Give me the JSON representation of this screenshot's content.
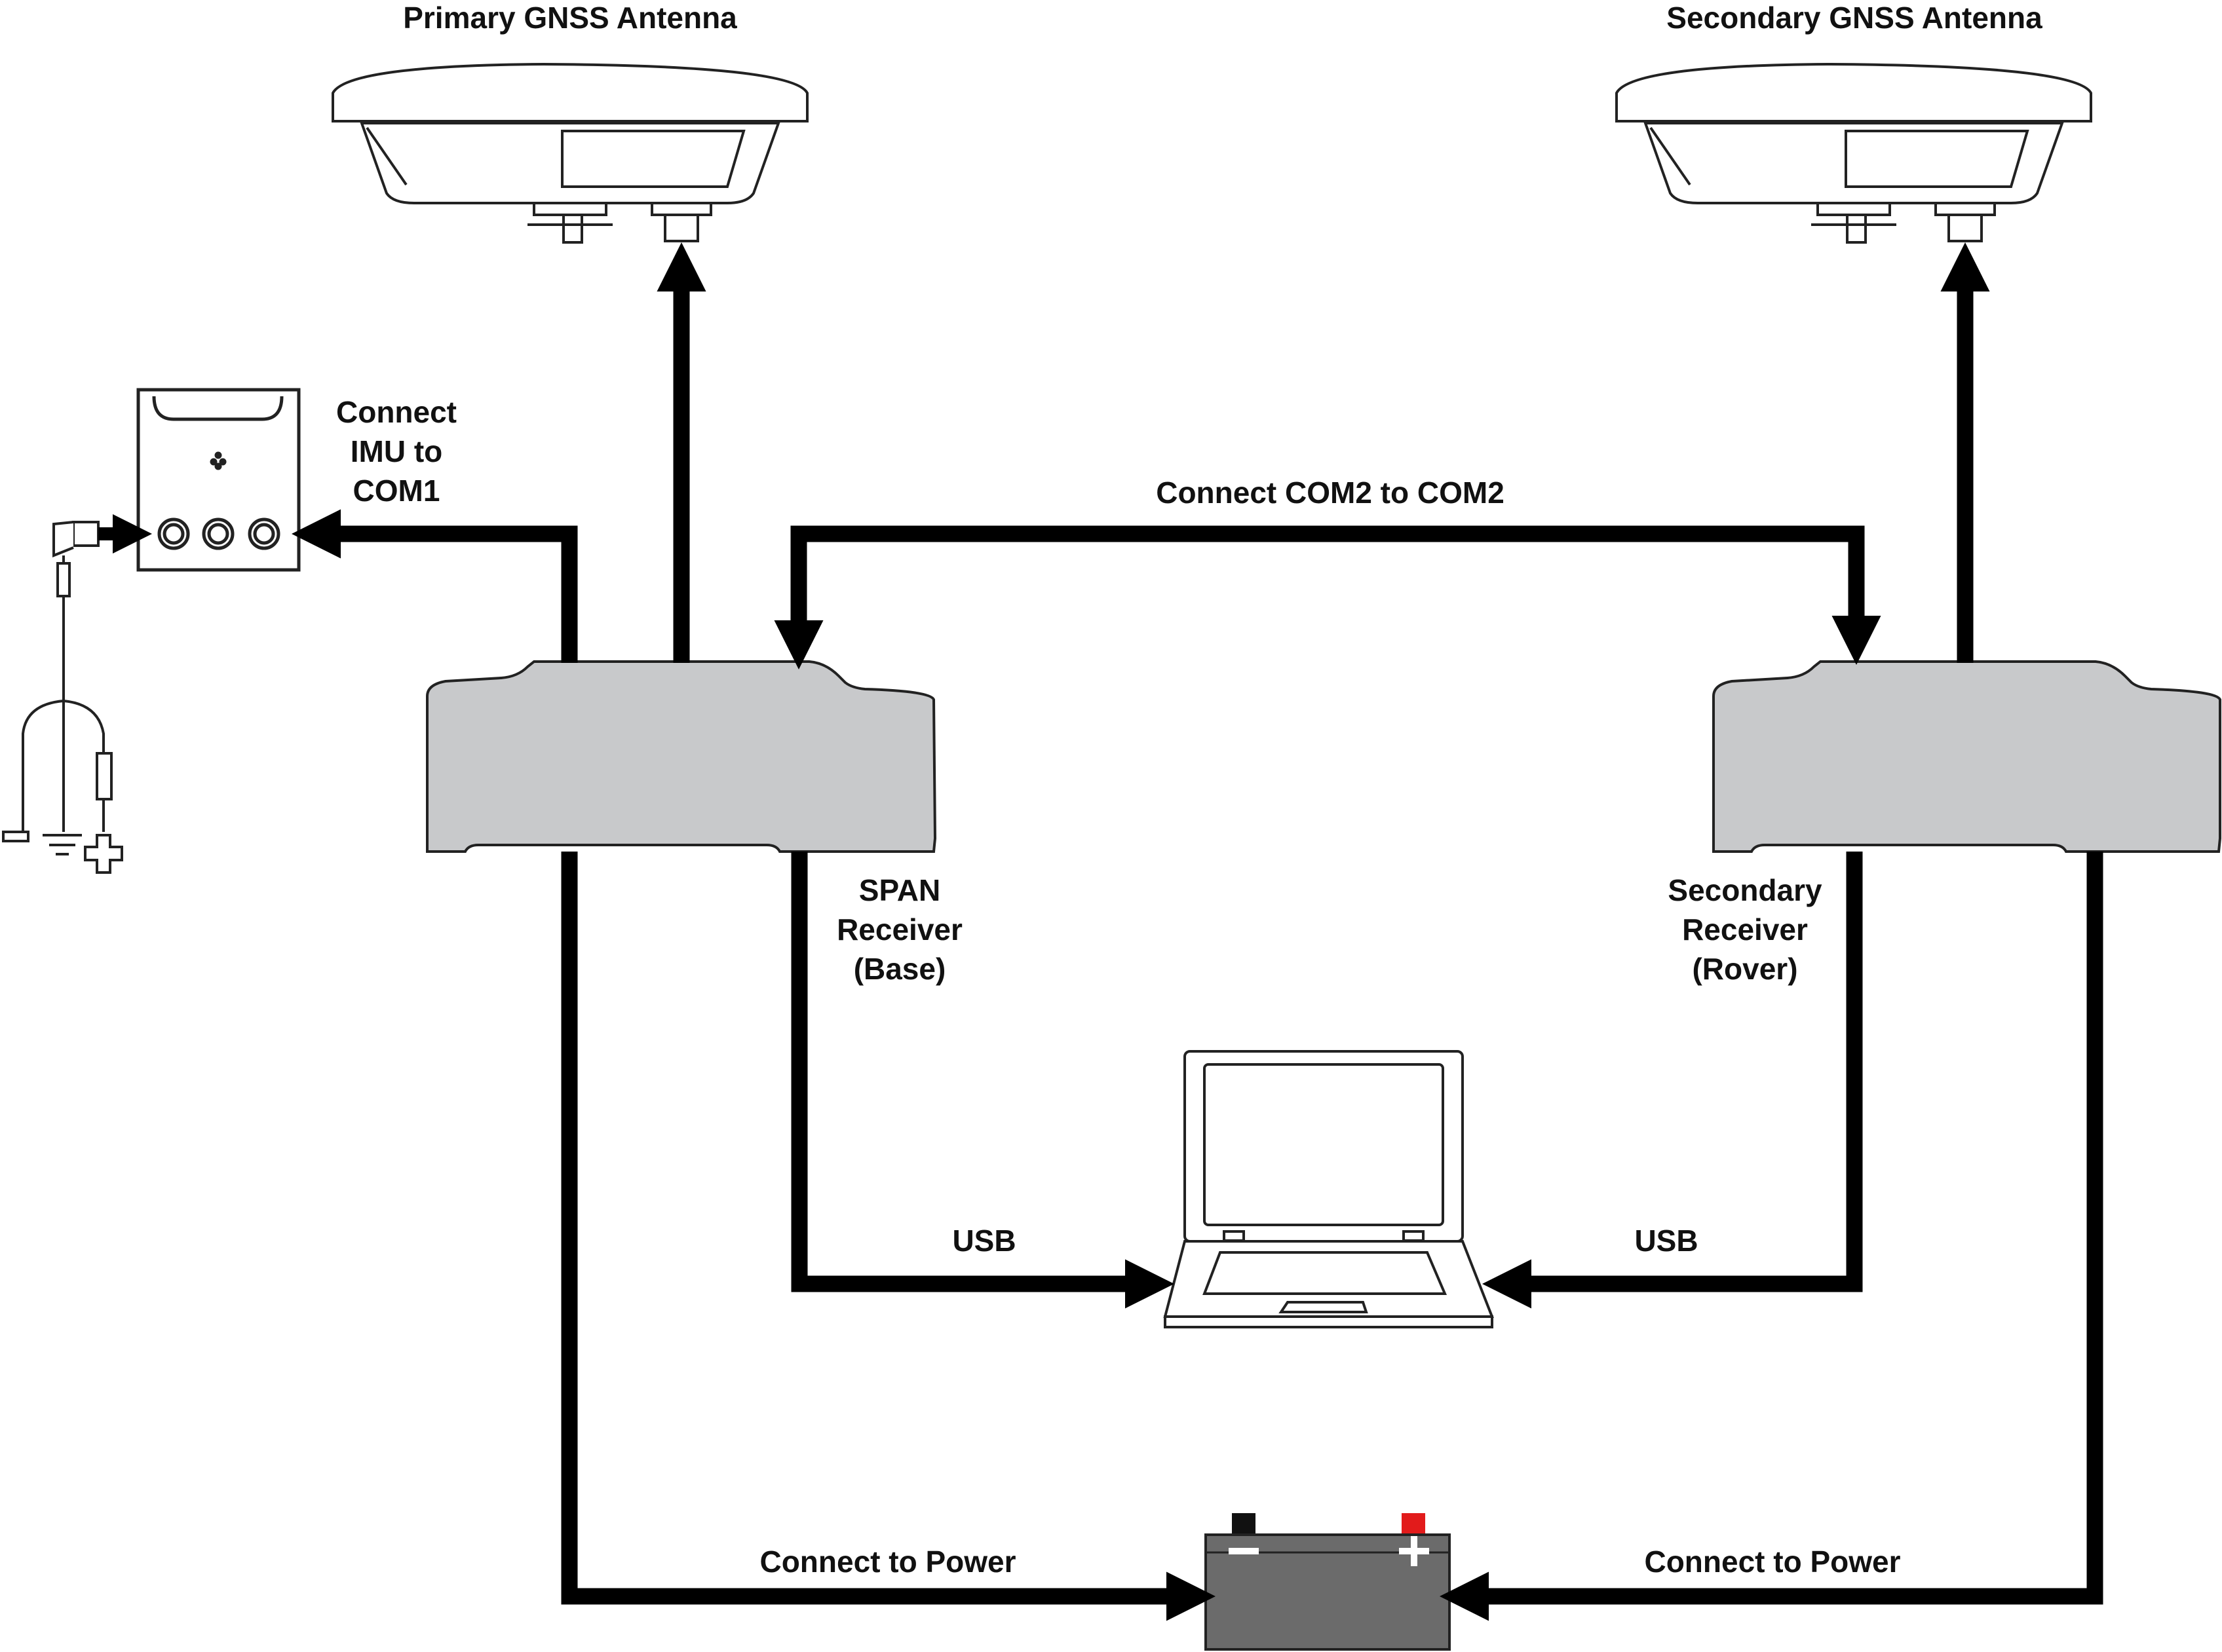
{
  "labels": {
    "primary_antenna": "Primary GNSS Antenna",
    "secondary_antenna": "Secondary GNSS Antenna",
    "imu_line1": "Connect",
    "imu_line2": "IMU to",
    "imu_line3": "COM1",
    "com2": "Connect COM2 to COM2",
    "span_line1": "SPAN",
    "span_line2": "Receiver",
    "span_line3": "(Base)",
    "sec_line1": "Secondary",
    "sec_line2": "Receiver",
    "sec_line3": "(Rover)",
    "usb_left": "USB",
    "usb_right": "USB",
    "power_left": "Connect to Power",
    "power_right": "Connect to Power"
  },
  "colors": {
    "line": "#000000",
    "receiver_fill": "#c8c9cb",
    "battery_fill": "#6b6b6b",
    "battery_pos_terminal": "#e21b1b",
    "battery_neg_terminal": "#111111",
    "battery_symbols": "#ffffff"
  },
  "icons": {
    "primary_antenna": "gnss-antenna-icon",
    "secondary_antenna": "gnss-antenna-icon",
    "imu": "imu-icon",
    "span_receiver": "receiver-icon",
    "secondary_receiver": "receiver-icon",
    "laptop": "laptop-icon",
    "battery": "battery-icon",
    "cable": "power-cable-icon"
  }
}
